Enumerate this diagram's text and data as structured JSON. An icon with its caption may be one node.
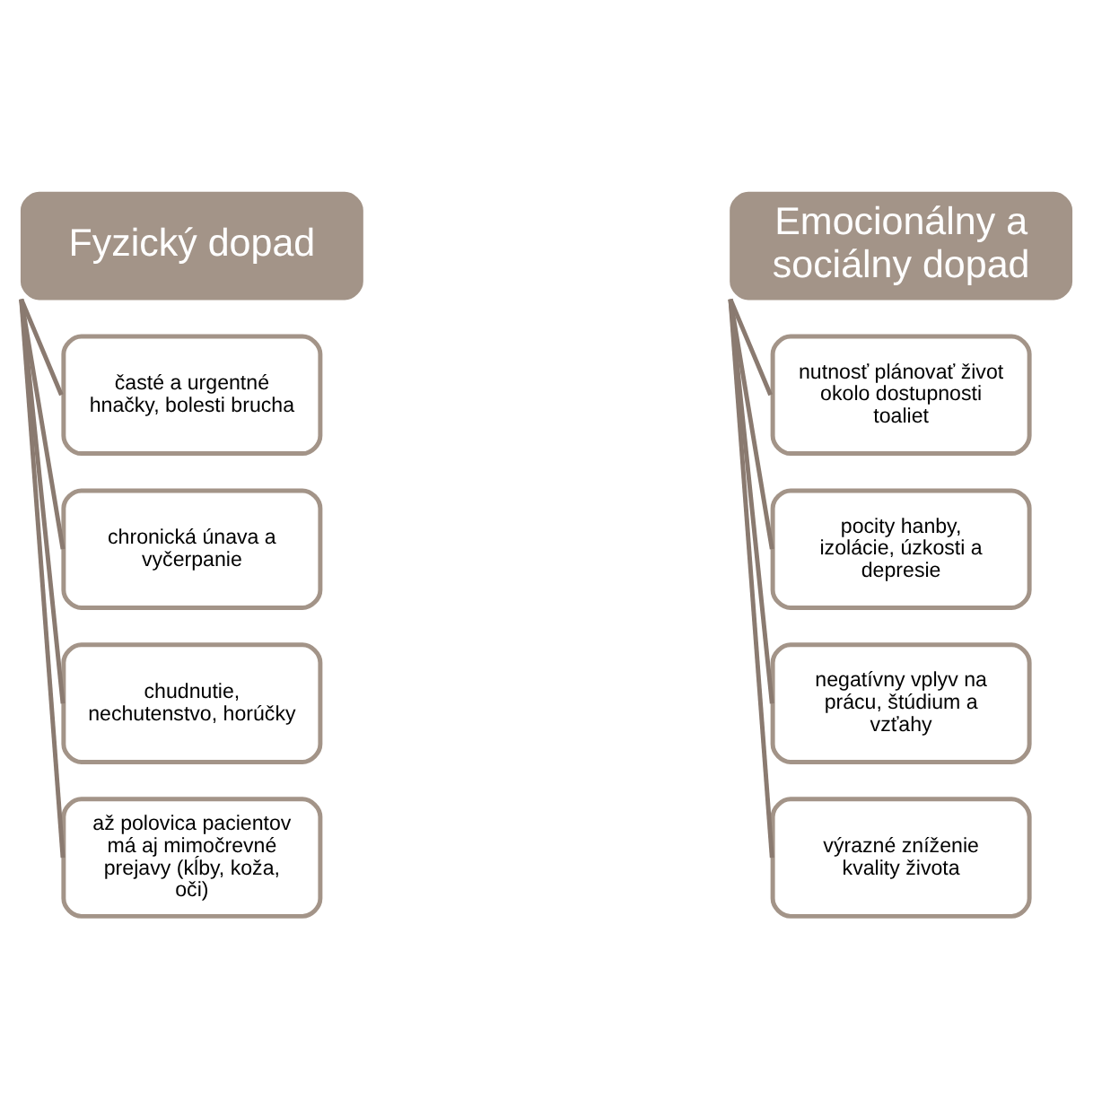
{
  "diagram": {
    "nodes": [
      {
        "text": [
          "Fyzický dopad"
        ]
      },
      {
        "text": [
          "časté a urgentné hnačky, bolesti brucha"
        ]
      },
      {
        "text": [
          "chronická únava a vyčerpanie"
        ]
      },
      {
        "text": [
          "chudnutie, nechutenstvo, horúčky"
        ]
      },
      {
        "text": [
          "až polovica pacientov má aj mimočrevné prejavy (kĺby, koža, oči)"
        ]
      },
      {
        "text": [
          "Emocionálny a sociálny dopad"
        ]
      },
      {
        "text": [
          "nutnosť plánovať život okolo dostupnosti toaliet"
        ]
      },
      {
        "text": [
          "pocity hanby, izolácie, úzkosti a depresie"
        ]
      },
      {
        "text": [
          "negatívny vplyv na prácu, štúdium a vzťahy"
        ]
      },
      {
        "text": [
          "výrazné zníženie kvality života"
        ]
      }
    ],
    "edges": [
      {
        "from": 0,
        "to": 1,
        "arrow": "none"
      },
      {
        "from": 0,
        "to": 2,
        "arrow": "none"
      },
      {
        "from": 0,
        "to": 3,
        "arrow": "none"
      },
      {
        "from": 0,
        "to": 4,
        "arrow": "none"
      },
      {
        "from": 5,
        "to": 6,
        "arrow": "none"
      },
      {
        "from": 5,
        "to": 7,
        "arrow": "none"
      },
      {
        "from": 5,
        "to": 8,
        "arrow": "none"
      },
      {
        "from": 5,
        "to": 9,
        "arrow": "none"
      }
    ]
  }
}
